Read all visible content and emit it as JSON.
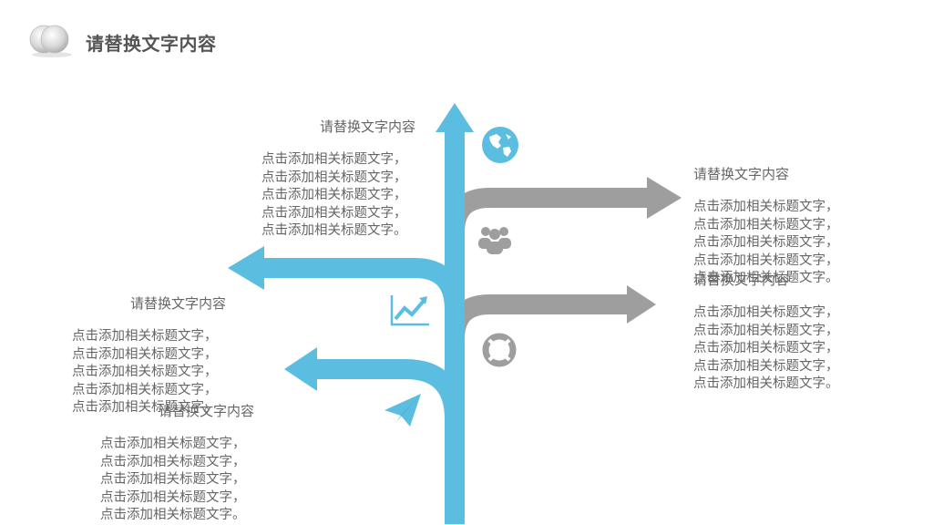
{
  "header": {
    "title": "请替换文字内容"
  },
  "colors": {
    "blue": "#5bbde0",
    "gray": "#9e9e9e",
    "text": "#666666"
  },
  "blocks": [
    {
      "id": "top-left",
      "heading": "请替换文字内容",
      "lines": [
        "点击添加相关标题文字，",
        "点击添加相关标题文字，",
        "点击添加相关标题文字，",
        "点击添加相关标题文字，",
        "点击添加相关标题文字。"
      ]
    },
    {
      "id": "mid-left",
      "heading": "请替换文字内容",
      "lines": [
        "点击添加相关标题文字，",
        "点击添加相关标题文字，",
        "点击添加相关标题文字，",
        "点击添加相关标题文字，",
        "点击添加相关标题文字。"
      ]
    },
    {
      "id": "bottom-left",
      "heading": "请替换文字内容",
      "lines": [
        "点击添加相关标题文字，",
        "点击添加相关标题文字，",
        "点击添加相关标题文字，",
        "点击添加相关标题文字，",
        "点击添加相关标题文字。"
      ]
    },
    {
      "id": "top-right",
      "heading": "请替换文字内容",
      "lines": [
        "点击添加相关标题文字，",
        "点击添加相关标题文字，",
        "点击添加相关标题文字，",
        "点击添加相关标题文字，",
        "点击添加相关标题文字。"
      ]
    },
    {
      "id": "bottom-right",
      "heading": "请替换文字内容",
      "lines": [
        "点击添加相关标题文字，",
        "点击添加相关标题文字，",
        "点击添加相关标题文字，",
        "点击添加相关标题文字，",
        "点击添加相关标题文字。"
      ]
    }
  ],
  "icons": [
    "globe-icon",
    "users-icon",
    "chart-icon",
    "lifebuoy-icon",
    "paper-plane-icon"
  ]
}
